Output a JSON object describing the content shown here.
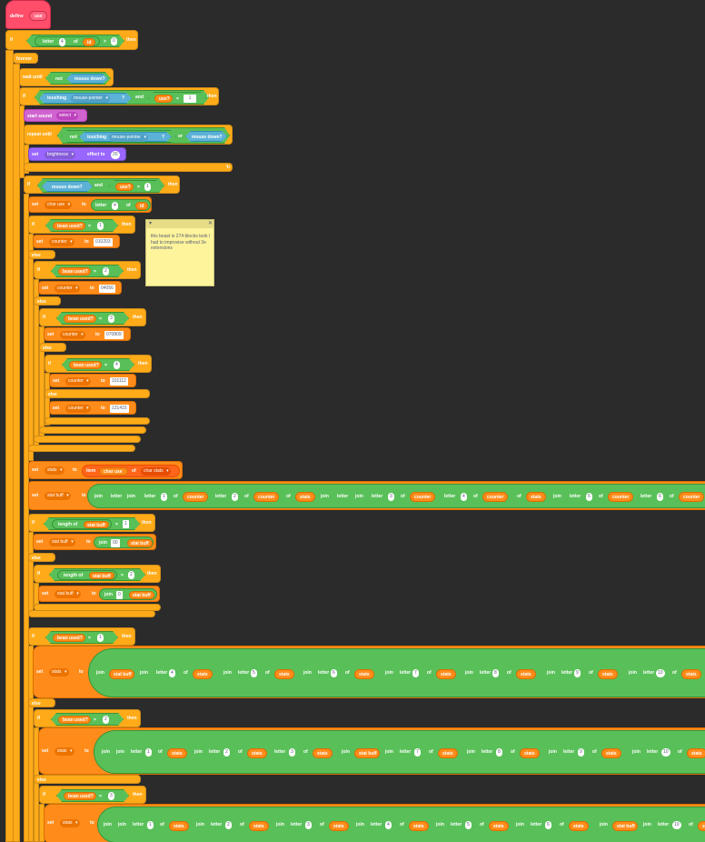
{
  "script": {
    "define_label": "define",
    "custom_block_name": "use",
    "if_label": "if",
    "then_label": "then",
    "else_label": "else",
    "forever_label": "forever",
    "wait_until_label": "wait until",
    "not_label": "not",
    "and_label": "and",
    "or_label": "or",
    "set_label": "set",
    "to_label": "to",
    "of_label": "of",
    "letter_label": "letter",
    "join_label": "join",
    "item_label": "item",
    "length_of_label": "length of",
    "touching_label": "touching",
    "start_sound_label": "start sound",
    "repeat_until_label": "repeat until",
    "effect_to_label": "effect to",
    "mouse_down": "mouse down?",
    "mouse_pointer": "mouse-pointer",
    "question_mark": "?",
    "equals": "=",
    "greater_than": ">",
    "use_var": "use?",
    "id_var": "id",
    "char_use_var": "char use",
    "bean_used_var": "bean used?",
    "counter_var": "counter",
    "stats_var": "stats",
    "char_stats_var": "char stats",
    "stat_buff_var": "stat buff",
    "sound_name": "select",
    "effect_name": "brightness",
    "values": {
      "zero": "0",
      "one": "1",
      "two": "2",
      "three": "3",
      "four": "4",
      "five": "5",
      "six": "6",
      "seven": "7",
      "eight": "8",
      "nine": "9",
      "ten": "10",
      "twenty": "20",
      "double_zero": "00",
      "counter_1": "010203",
      "counter_2": "04056",
      "counter_3": "070809",
      "counter_4": "101112",
      "counter_5": "131415"
    }
  },
  "comment": {
    "text": "this beast is 274 blocks took I had to improvise without 3e extensions",
    "collapse_icon": "chevron-down-icon",
    "close_icon": "close-icon"
  },
  "colors": {
    "background": "#2b2b2b",
    "control": "#ffab19",
    "variables": "#ff8c1a",
    "operators": "#59c059",
    "sensing": "#5cb1d6",
    "sound": "#cf63cf",
    "looks": "#9966ff",
    "my_blocks": "#ff4d6a",
    "comment": "#fef49c"
  }
}
